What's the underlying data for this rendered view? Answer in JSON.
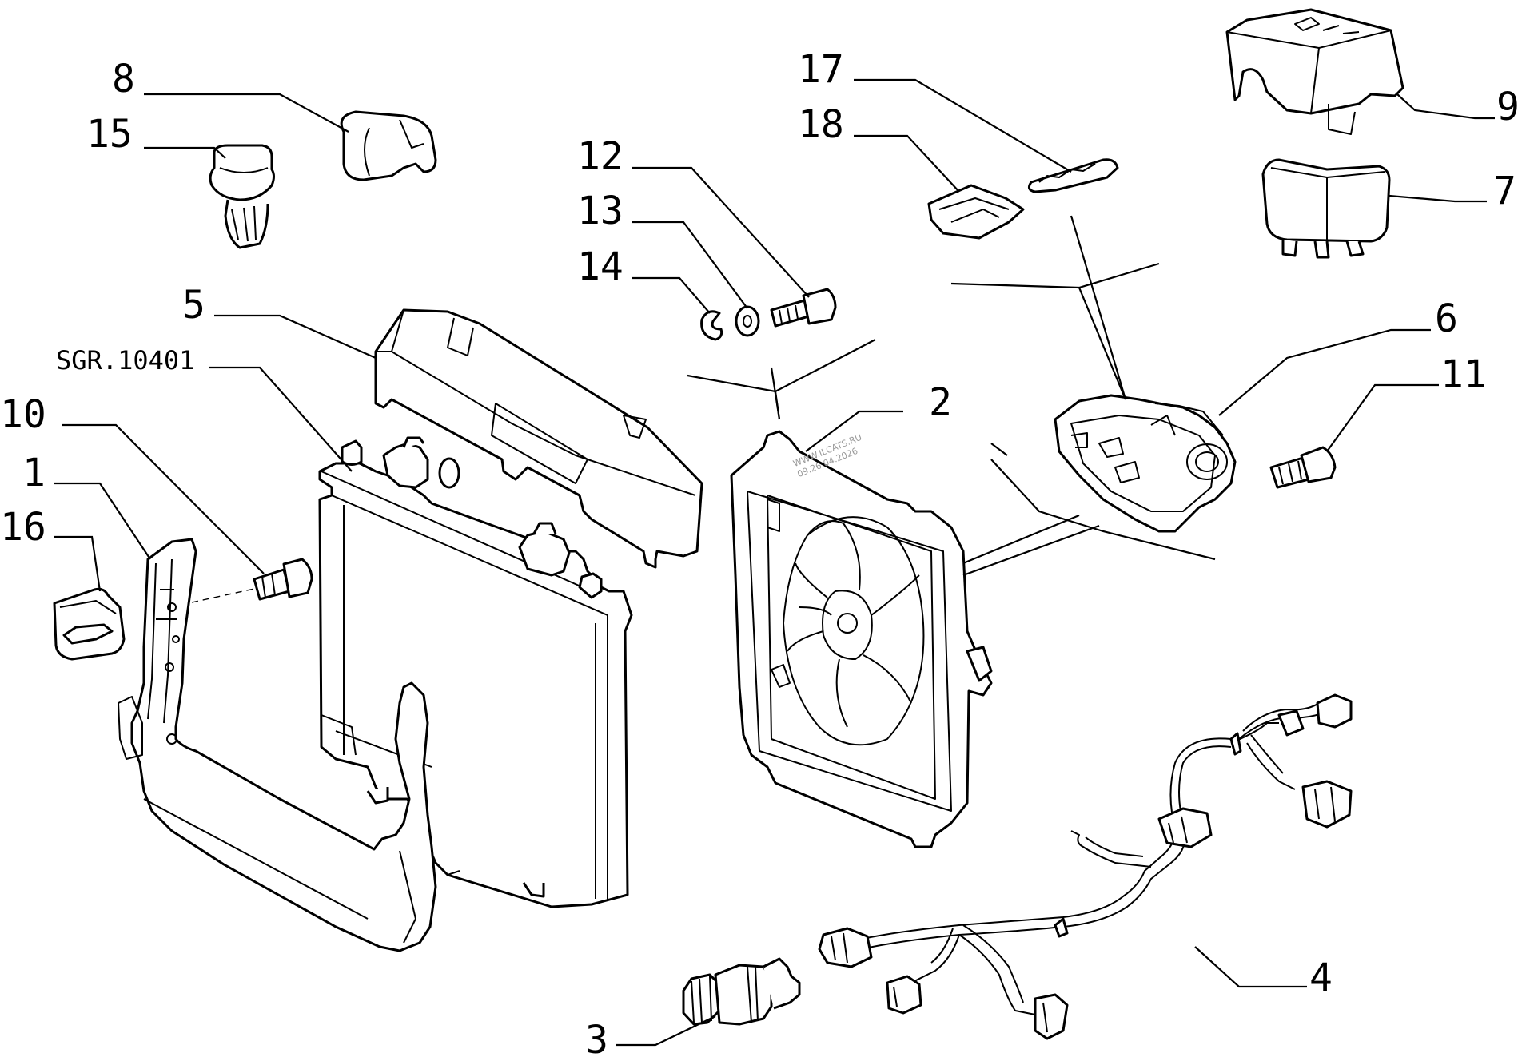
{
  "diagram": {
    "callouts": {
      "c1": "1",
      "c2": "2",
      "c3": "3",
      "c4": "4",
      "c5": "5",
      "c6": "6",
      "c7": "7",
      "c8": "8",
      "c9": "9",
      "c10": "10",
      "c11": "11",
      "c12": "12",
      "c13": "13",
      "c14": "14",
      "c15": "15",
      "c16": "16",
      "c17": "17",
      "c18": "18"
    },
    "reference": "SGR.10401",
    "watermark": [
      "WWW.ILCATS.RU",
      "09.26 04.2026"
    ]
  }
}
